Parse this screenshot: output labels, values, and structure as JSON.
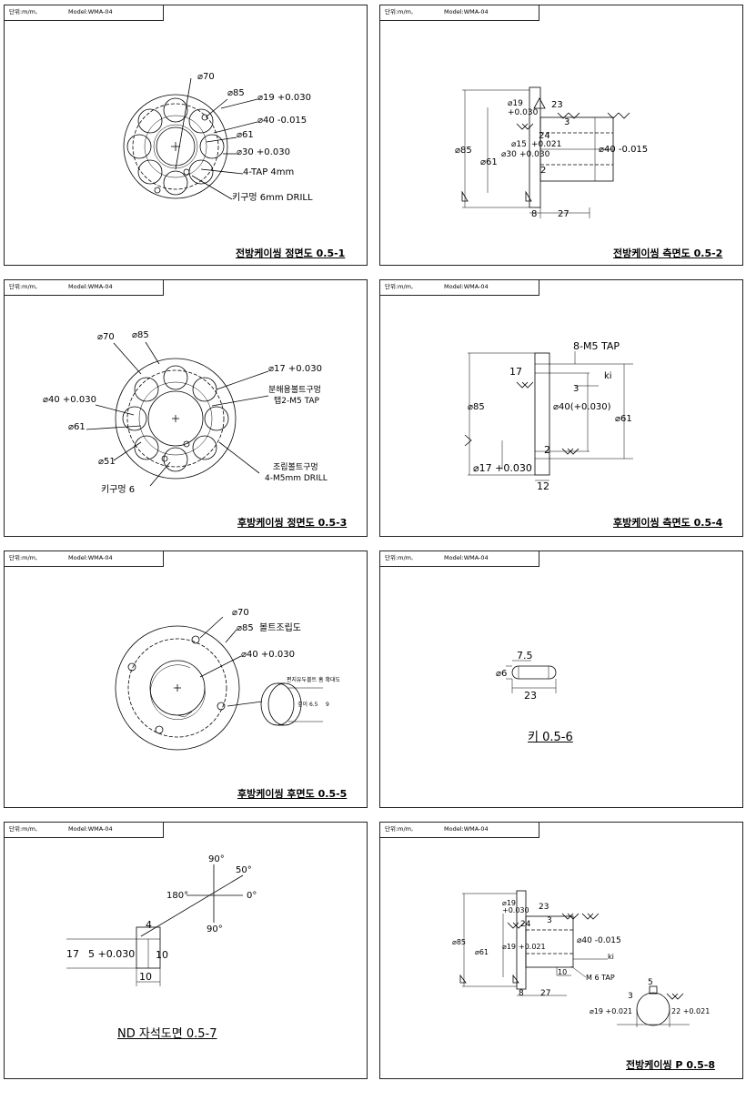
{
  "header": {
    "unit": "단위:m/m,",
    "model": "Model:WMA-04"
  },
  "panels": [
    {
      "caption": "전방케이씽 정면도 0.5-1",
      "labels": {
        "d70": "⌀70",
        "d85": "⌀85",
        "d19": "⌀19 +0.030",
        "d40": "⌀40 -0.015",
        "d61": "⌀61",
        "d30": "⌀30 +0.030",
        "tap": "4-TAP 4mm",
        "key": "키구멍 6mm DRILL"
      }
    },
    {
      "caption": "전방케이씽 측면도 0.5-2",
      "labels": {
        "d19": "⌀19",
        "tol030": "+0.030",
        "n23": "23",
        "n3": "3",
        "n24": "24",
        "d15": "⌀15",
        "tol021": "+0.021",
        "d30": "⌀30",
        "tol030b": "+0.030",
        "d40": "⌀40 -0.015",
        "d85": "⌀85",
        "d61": "⌀61",
        "n2": "2",
        "n8": "8",
        "n27": "27"
      }
    },
    {
      "caption": "후방케이씽 정면도 0.5-3",
      "labels": {
        "d70": "⌀70",
        "d85": "⌀85",
        "d17": "⌀17 +0.030",
        "bolt_sep": "분해용볼트구멍",
        "tap_m5": "탭2-M5 TAP",
        "d40": "⌀40 +0.030",
        "d61": "⌀61",
        "d51": "⌀51",
        "bolt_asm": "조립볼트구멍",
        "drill": "4-M5mm DRILL",
        "key": "키구멍 6"
      }
    },
    {
      "caption": "후방케이씽 측면도 0.5-4",
      "labels": {
        "tap": "8-M5 TAP",
        "n17": "17",
        "n3": "3",
        "ki": "ki",
        "d85": "⌀85",
        "d40": "⌀40(+0.030)",
        "d61": "⌀61",
        "n2": "2",
        "d17": "⌀17 +0.030",
        "n12": "12"
      }
    },
    {
      "caption": "후방케이씽 후면도 0.5-5",
      "labels": {
        "d70": "⌀70",
        "d85": "⌀85",
        "bolt_asm": "볼트조립도",
        "d40": "⌀40 +0.030",
        "detail": "편지유두볼트 홈 확대도",
        "depth": "깊이 6.5",
        "n9": "9"
      }
    },
    {
      "caption": "키 0.5-6",
      "labels": {
        "n75": "7.5",
        "d6": "⌀6",
        "n23": "23"
      }
    },
    {
      "caption": "ND 자석도면 0.5-7",
      "labels": {
        "a90top": "90°",
        "a50": "50°",
        "a180": "180°",
        "a0": "0°",
        "a90bot": "90°",
        "n4": "4",
        "n17": "17",
        "n5": "5 +0.030",
        "n10r": "10",
        "n10b": "10"
      }
    },
    {
      "caption": "전방케이씽 P 0.5-8",
      "labels": {
        "d19": "⌀19",
        "tol030": "+0.030",
        "n23": "23",
        "n24": "24",
        "n3": "3",
        "d85": "⌀85",
        "d40": "⌀40 -0.015",
        "d19b": "⌀19",
        "tol021": "+0.021",
        "d61": "⌀61",
        "ki": "ki",
        "n10": "10",
        "m6": "M 6 TAP",
        "n5": "5",
        "n3b": "3",
        "n8": "8",
        "n27": "27",
        "d19c": "⌀19 +0.021",
        "n22": "22 +0.021"
      }
    }
  ]
}
